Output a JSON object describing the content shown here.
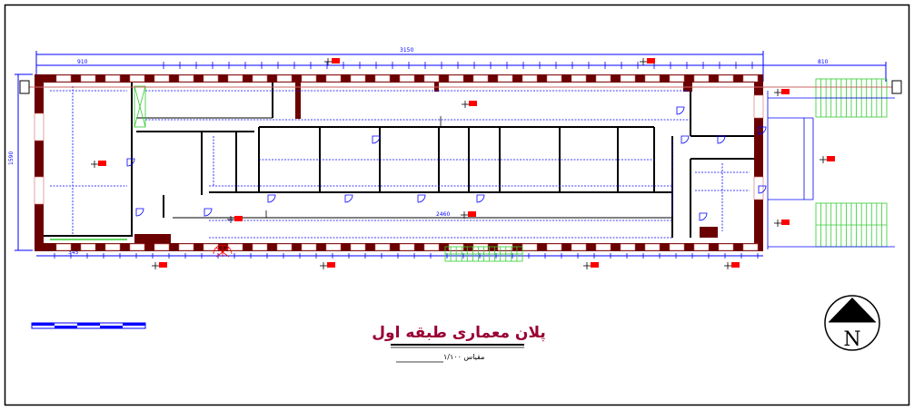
{
  "drawing": {
    "title": "پلان معماری طبقه اول",
    "scale": "مقیاس ۱/۱۰۰",
    "north_label": "N"
  },
  "dimensions": {
    "overall": "3150",
    "top_left": "910",
    "top_right": "810",
    "height": "1590",
    "bottom_left": "345",
    "corridor": "2460"
  },
  "colors": {
    "wall": "#6b0000",
    "dimension": "#0000ff",
    "stair": "#33cc33",
    "marker": "#ff0000",
    "title": "#990033",
    "background": "#ffffff"
  }
}
